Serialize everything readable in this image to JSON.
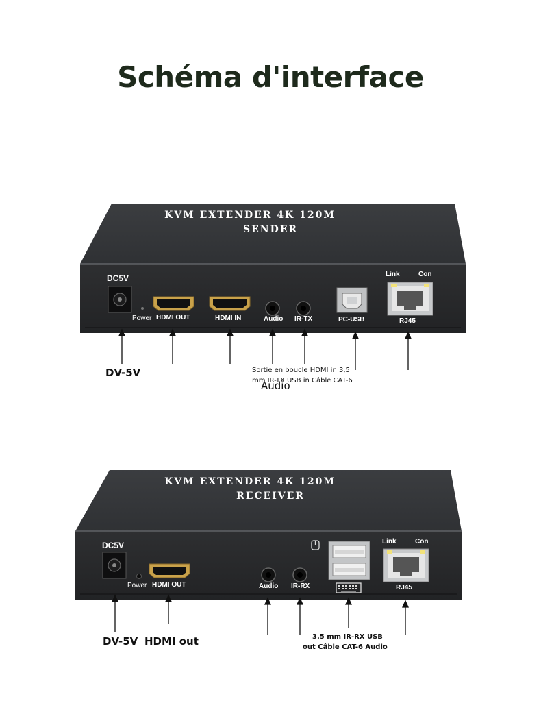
{
  "title": "Schéma d'interface",
  "sender": {
    "model": "KVM EXTENDER 4K 120M",
    "role": "SENDER",
    "ports": {
      "dc": "DC5V",
      "power": "Power",
      "hdmi_out": "HDMI OUT",
      "hdmi_in": "HDMI IN",
      "audio": "Audio",
      "ir": "IR-TX",
      "pc_usb": "PC-USB",
      "link": "Link",
      "con": "Con",
      "rj45": "RJ45"
    },
    "callouts": {
      "dc": "DV-5V",
      "desc_line1": "Sortie en boucle HDMI in 3,5",
      "desc_line2": "mm IR-TX USB in Câble CAT-6",
      "desc_line3": "Audio"
    }
  },
  "receiver": {
    "model": "KVM EXTENDER 4K 120M",
    "role": "RECEIVER",
    "ports": {
      "dc": "DC5V",
      "power": "Power",
      "hdmi_out": "HDMI OUT",
      "audio": "Audio",
      "ir": "IR-RX",
      "link": "Link",
      "con": "Con",
      "rj45": "RJ45"
    },
    "callouts": {
      "dc": "DV-5V",
      "hdmi": "HDMI out",
      "desc_line1": "3.5 mm IR-RX USB",
      "desc_line2": "out Câble CAT-6 Audio"
    }
  },
  "colors": {
    "title": "#1e2a1c",
    "panel": "#2a2b2d",
    "top": "#3a3c3f",
    "label": "#ffffff"
  }
}
